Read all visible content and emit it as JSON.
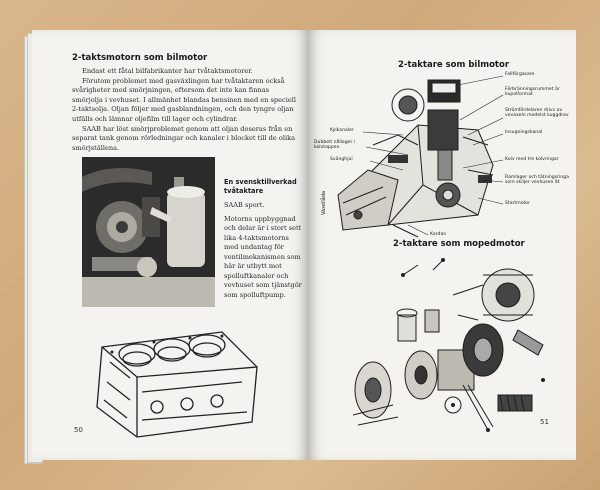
{
  "left": {
    "heading": "2-taktsmotorn som bilmotor",
    "paragraphs": [
      "Endast ett fåtal bilfabrikanter har tvåtaktsmotorer.",
      "Förutom problemet med gasväxlingen har tvåtaktaren också svårigheter med smörjningen, eftersom det inte kan finnas smörjolja i vevhuset. I allmänhet blandas bensinen med en speciell 2-taktsolja. Oljan följer med gasblandningen, och den tyngre oljan utfälls och lämnar oljefilm till lager och cylindrar.",
      "SAAB har löst smörjproblemet genom att oljan doseras från en separat tank genom rörledningar och kanaler i blocket till de olika smörjställena."
    ],
    "caption_title": "En svensktillverkad tvåtaktare",
    "caption_first": "SAAB sport.",
    "caption_body": "Motorns uppbyggnad och delar är i stort sett lika 4-taktsmotorns med undantag för ventilmekanismen som här är utbytt mot spolluftkanaler och vevhuset som tjänstgör som spolluftpump.",
    "page_number": "50"
  },
  "right": {
    "heading_top": "2-taktare som bilmotor",
    "labels_right": [
      "Fallförgasare",
      "Förbränningsrummet är kupolformat",
      "Strömfördelaren drivs av vevaxeln medelst kuggdrev",
      "Insugningskanal",
      "Kolv med tre kolvringar",
      "Ramlager och tätningsringa som skiljer vevhusen åt",
      "Startmotor"
    ],
    "labels_left": [
      "Kylkanaler",
      "Dubbelt nållager i kolvtappen",
      "Svänghjul"
    ],
    "label_vertical": "Växellåda",
    "label_bottom": "Kardan",
    "heading_bottom": "2-taktare som mopedmotor",
    "page_number": "51"
  }
}
